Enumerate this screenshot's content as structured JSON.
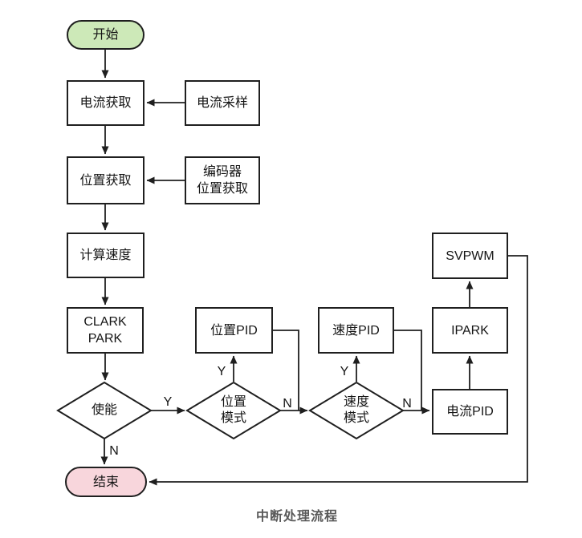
{
  "caption": "中断处理流程",
  "colors": {
    "bg": "#ffffff",
    "start_fill": "#cde9b8",
    "end_fill": "#f8d6dc",
    "node_border": "#1f1f1f",
    "line": "#1f1f1f",
    "text": "#151515",
    "caption": "#595959"
  },
  "nodes": {
    "start": {
      "label": "开始"
    },
    "current_get": {
      "label": "电流获取"
    },
    "current_sample": {
      "label": "电流采样"
    },
    "pos_get": {
      "label": "位置获取"
    },
    "encoder": {
      "line1": "编码器",
      "line2": "位置获取"
    },
    "calc_speed": {
      "label": "计算速度"
    },
    "clark_park": {
      "line1": "CLARK",
      "line2": "PARK"
    },
    "enable": {
      "label": "使能"
    },
    "pos_mode": {
      "line1": "位置",
      "line2": "模式"
    },
    "pos_pid": {
      "label": "位置PID"
    },
    "speed_mode": {
      "line1": "速度",
      "line2": "模式"
    },
    "speed_pid": {
      "label": "速度PID"
    },
    "current_pid": {
      "label": "电流PID"
    },
    "ipark": {
      "label": "IPARK"
    },
    "svpwm": {
      "label": "SVPWM"
    },
    "end": {
      "label": "结束"
    }
  },
  "branch_labels": {
    "enable_yes": "Y",
    "enable_no": "N",
    "pos_mode_yes": "Y",
    "pos_mode_no": "N",
    "speed_mode_yes": "Y",
    "speed_mode_no": "N"
  }
}
